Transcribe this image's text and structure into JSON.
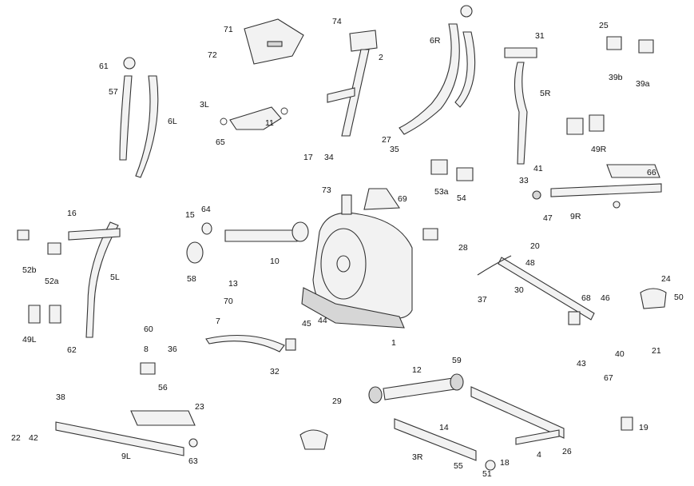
{
  "diagram": {
    "type": "exploded-parts-diagram",
    "style": {
      "line_color": "#333333",
      "fill_color": "#f2f2f2",
      "background": "#ffffff"
    },
    "callouts": [
      "1",
      "2",
      "4",
      "5L",
      "5R",
      "6L",
      "6R",
      "7",
      "8",
      "9L",
      "9R",
      "10",
      "11",
      "12",
      "13",
      "14",
      "15",
      "16",
      "17",
      "18",
      "19",
      "20",
      "21",
      "22",
      "23",
      "24",
      "25",
      "26",
      "27",
      "28",
      "29",
      "30",
      "31",
      "32",
      "33",
      "34",
      "35",
      "36",
      "37",
      "38",
      "39a",
      "39b",
      "40",
      "41",
      "42",
      "43",
      "44",
      "45",
      "46",
      "47",
      "48",
      "49L",
      "49R",
      "50",
      "51",
      "52a",
      "52b",
      "53a",
      "54",
      "55",
      "56",
      "57",
      "58",
      "59",
      "60",
      "61",
      "62",
      "63",
      "64",
      "65",
      "66",
      "67",
      "68",
      "69",
      "70",
      "71",
      "72",
      "73",
      "74",
      "3L",
      "3R"
    ]
  }
}
